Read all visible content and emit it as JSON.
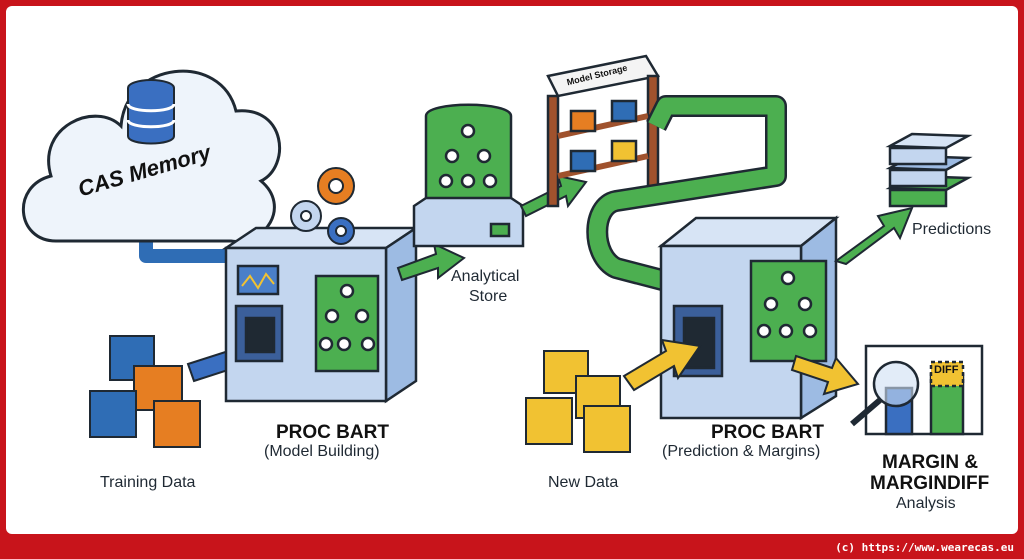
{
  "cloud": {
    "label": "CAS Memory"
  },
  "training": {
    "label": "Training Data"
  },
  "build": {
    "title": "PROC BART",
    "subtitle": "(Model Building)"
  },
  "store": {
    "line1": "Analytical",
    "line2": "Store"
  },
  "storage": {
    "label": "Model Storage"
  },
  "newdata": {
    "label": "New Data"
  },
  "predict": {
    "title": "PROC BART",
    "subtitle": "(Prediction & Margins)"
  },
  "predictions": {
    "label": "Predictions"
  },
  "analysis": {
    "line1": "MARGIN &",
    "line2": "MARGINDIFF",
    "line3": "Analysis",
    "diff_tag": "DIFF"
  },
  "credit": "(c) https://www.wearecas.eu",
  "colors": {
    "frame": "#c8141b",
    "arrow_blue": "#3a6fc1",
    "arrow_green": "#4caf50",
    "arrow_yellow": "#f1c232",
    "box_blue": "#2f6db5",
    "box_orange": "#e67e22",
    "box_yellow": "#f1c232"
  }
}
